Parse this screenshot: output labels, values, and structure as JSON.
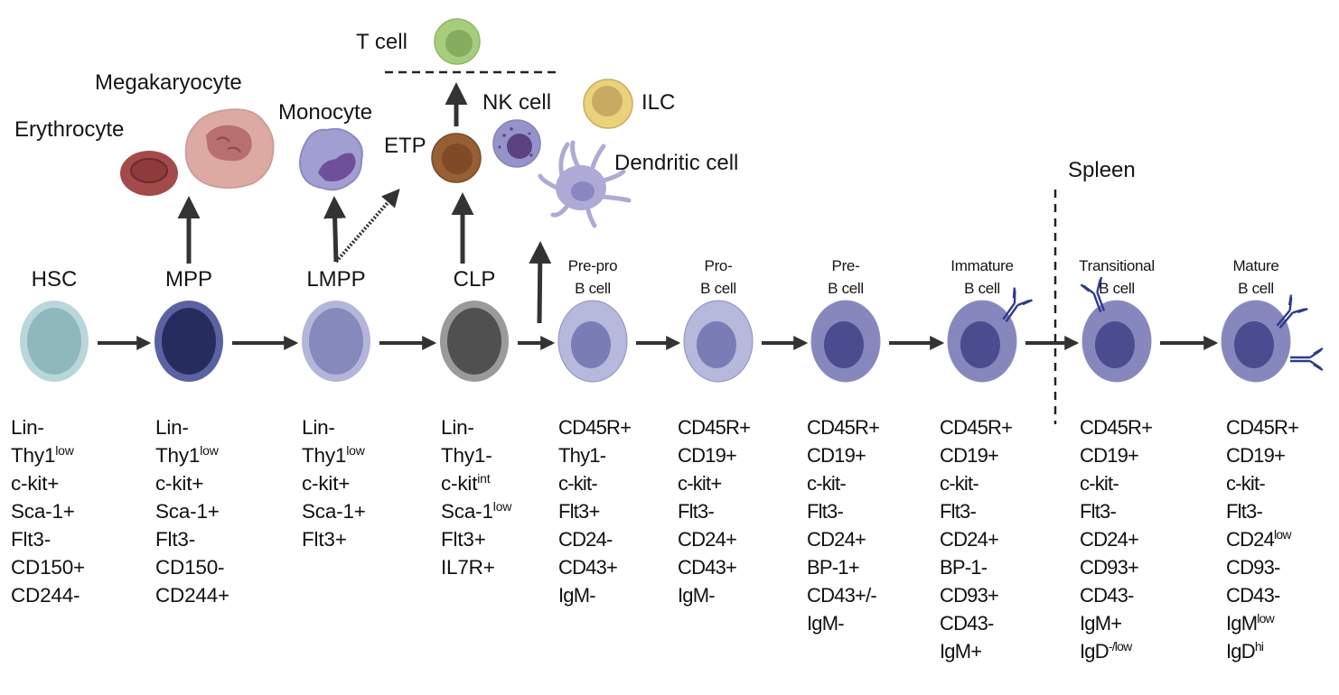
{
  "title": "Hematopoietic and B cell development stages with surface marker phenotypes",
  "compartment_label": "Spleen",
  "branch_cells": {
    "erythrocyte": "Erythrocyte",
    "megakaryocyte": "Megakaryocyte",
    "monocyte": "Monocyte",
    "etp": "ETP",
    "t_cell": "T cell",
    "nk_cell": "NK cell",
    "ilc": "ILC",
    "dendritic_cell": "Dendritic cell"
  },
  "stages": [
    {
      "id": "hsc",
      "label_line1": "HSC",
      "label_line2": "",
      "color": "#8fb8bd",
      "rim": "#b9d7da",
      "markers": [
        {
          "t": "Lin-"
        },
        {
          "t": "Thy1",
          "sup": "low"
        },
        {
          "t": "c-kit+"
        },
        {
          "t": "Sca-1+"
        },
        {
          "t": "Flt3-"
        },
        {
          "t": "CD150+"
        },
        {
          "t": "CD244-"
        }
      ]
    },
    {
      "id": "mpp",
      "label_line1": "MPP",
      "label_line2": "",
      "color": "#262d5e",
      "rim": "#5b62a2",
      "markers": [
        {
          "t": "Lin-"
        },
        {
          "t": "Thy1",
          "sup": "low"
        },
        {
          "t": "c-kit+"
        },
        {
          "t": "Sca-1+"
        },
        {
          "t": "Flt3-"
        },
        {
          "t": "CD150-"
        },
        {
          "t": "CD244+"
        }
      ]
    },
    {
      "id": "lmpp",
      "label_line1": "LMPP",
      "label_line2": "",
      "color": "#8589bb",
      "rim": "#b3b6d9",
      "markers": [
        {
          "t": "Lin-"
        },
        {
          "t": "Thy1",
          "sup": "low"
        },
        {
          "t": "c-kit+"
        },
        {
          "t": "Sca-1+"
        },
        {
          "t": "Flt3+"
        }
      ]
    },
    {
      "id": "clp",
      "label_line1": "CLP",
      "label_line2": "",
      "color": "#505050",
      "rim": "#9a9a9a",
      "markers": [
        {
          "t": "Lin-"
        },
        {
          "t": "Thy1-"
        },
        {
          "t": "c-kit",
          "sup": "int"
        },
        {
          "t": "Sca-1",
          "sup": "low"
        },
        {
          "t": "Flt3+"
        },
        {
          "t": "IL7R+"
        }
      ]
    },
    {
      "id": "pre-pro-b",
      "label_line1": "Pre-pro",
      "label_line2": "B cell",
      "color": "#7a7cb6",
      "rim": "#b6b8dc",
      "markers": [
        {
          "t": "CD45R+"
        },
        {
          "t": "Thy1-"
        },
        {
          "t": "c-kit-"
        },
        {
          "t": "Flt3+"
        },
        {
          "t": "CD24-"
        },
        {
          "t": "CD43+"
        },
        {
          "t": "IgM-"
        }
      ]
    },
    {
      "id": "pro-b",
      "label_line1": "Pro-",
      "label_line2": "B cell",
      "color": "#7a7cb6",
      "rim": "#b6b8dc",
      "markers": [
        {
          "t": "CD45R+"
        },
        {
          "t": "CD19+"
        },
        {
          "t": "c-kit+"
        },
        {
          "t": "Flt3-"
        },
        {
          "t": "CD24+"
        },
        {
          "t": "CD43+"
        },
        {
          "t": "IgM-"
        }
      ]
    },
    {
      "id": "pre-b",
      "label_line1": "Pre-",
      "label_line2": "B cell",
      "color": "#4b4c8f",
      "rim": "#8587bd",
      "markers": [
        {
          "t": "CD45R+"
        },
        {
          "t": "CD19+"
        },
        {
          "t": "c-kit-"
        },
        {
          "t": "Flt3-"
        },
        {
          "t": "CD24+"
        },
        {
          "t": "BP-1+"
        },
        {
          "t": "CD43+/-"
        },
        {
          "t": "IgM-"
        }
      ]
    },
    {
      "id": "immature-b",
      "label_line1": "Immature",
      "label_line2": "B cell",
      "color": "#4b4c8f",
      "rim": "#8587bd",
      "markers": [
        {
          "t": "CD45R+"
        },
        {
          "t": "CD19+"
        },
        {
          "t": "c-kit-"
        },
        {
          "t": "Flt3-"
        },
        {
          "t": "CD24+"
        },
        {
          "t": "BP-1-"
        },
        {
          "t": "CD93+"
        },
        {
          "t": "CD43-"
        },
        {
          "t": "IgM+"
        }
      ]
    },
    {
      "id": "transitional-b",
      "label_line1": "Transitional",
      "label_line2": "B cell",
      "color": "#4b4c8f",
      "rim": "#8587bd",
      "markers": [
        {
          "t": "CD45R+"
        },
        {
          "t": "CD19+"
        },
        {
          "t": "c-kit-"
        },
        {
          "t": "Flt3-"
        },
        {
          "t": "CD24+"
        },
        {
          "t": "CD93+"
        },
        {
          "t": "CD43-"
        },
        {
          "t": "IgM+"
        },
        {
          "t": "IgD",
          "sup": "-/low"
        }
      ]
    },
    {
      "id": "mature-b",
      "label_line1": "Mature",
      "label_line2": "B cell",
      "color": "#4b4c8f",
      "rim": "#8587bd",
      "markers": [
        {
          "t": "CD45R+"
        },
        {
          "t": "CD19+"
        },
        {
          "t": "c-kit-"
        },
        {
          "t": "Flt3-"
        },
        {
          "t": "CD24",
          "sup": "low"
        },
        {
          "t": "CD93-"
        },
        {
          "t": "CD43-"
        },
        {
          "t": "IgM",
          "sup": "low"
        },
        {
          "t": "IgD",
          "sup": "hi"
        }
      ]
    }
  ],
  "colors": {
    "arrow": "#333333",
    "erythrocyte": "#a44a4a",
    "megakaryocyte": "#dcaaa2",
    "monocyte": "#9d9bd0",
    "etp": "#8b5a33",
    "t_cell": "#a3c97a",
    "nk_cell": "#9593c9",
    "ilc": "#e8cf7a",
    "dendritic": "#aeaad6",
    "antibody": "#2e3a8c"
  }
}
